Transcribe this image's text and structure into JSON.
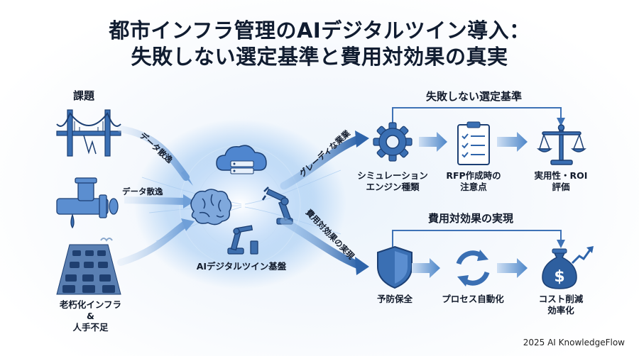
{
  "title": {
    "line1": "都市インフラ管理のAIデジタルツイン導入：",
    "line2": "失敗しない選定基準と費用対効果の真実"
  },
  "left": {
    "heading": "課題",
    "flow_labels": [
      "データ散逸",
      "データ散逸"
    ],
    "bottom_label_1": "老朽化インフラ",
    "bottom_label_2": "&",
    "bottom_label_3": "人手不足"
  },
  "center": {
    "label": "AIデジタルツイン基盤"
  },
  "flows": {
    "upper": "グレーディな業業",
    "lower": "費用対効果の実現"
  },
  "top_section": {
    "title": "失敗しない選定基準",
    "items": [
      {
        "line1": "シミュレーション",
        "line2": "エンジン種類"
      },
      {
        "line1": "RFP作成時の",
        "line2": "注意点"
      },
      {
        "line1": "実用性・ROI",
        "line2": "評価"
      }
    ]
  },
  "bottom_section": {
    "title": "費用対効果の実現",
    "items": [
      {
        "line1": "予防保全",
        "line2": ""
      },
      {
        "line1": "プロセス自動化",
        "line2": ""
      },
      {
        "line1": "コスト削減",
        "line2": "効率化"
      }
    ]
  },
  "footer": "2025 AI KnowledgeFlow",
  "icons": [
    "bridge-icon",
    "pipe-leak-icon",
    "traffic-icon",
    "brain-icon",
    "cloud-server-icon",
    "robot-arm-icon",
    "gear-icon",
    "checklist-icon",
    "scales-icon",
    "shield-icon",
    "cycle-icon",
    "money-bag-icon"
  ],
  "colors": {
    "accent": "#2f6fb6",
    "dark": "#1c3f73",
    "light": "#8fb8e6"
  }
}
